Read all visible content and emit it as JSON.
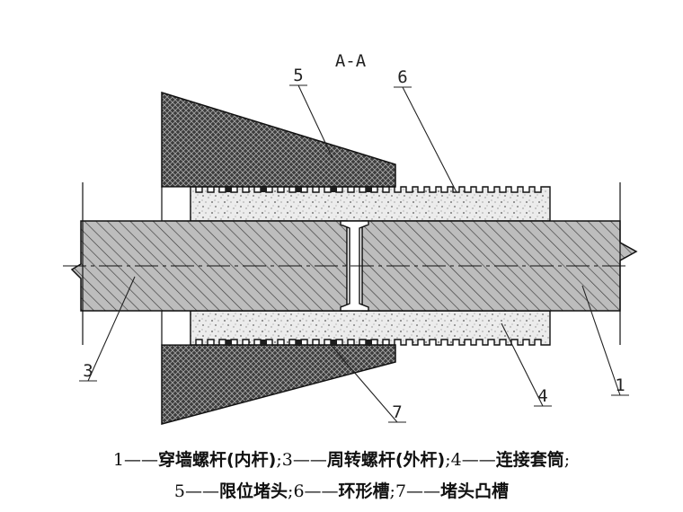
{
  "section_title": "A-A",
  "callouts": [
    "5",
    "6",
    "3",
    "7",
    "4",
    "1"
  ],
  "legend": {
    "line1": [
      {
        "num": "1",
        "dash": "——",
        "name": "穿墙螺杆(内杆)",
        "sep": ";"
      },
      {
        "num": "3",
        "dash": "——",
        "name": "周转螺杆(外杆)",
        "sep": ";"
      },
      {
        "num": "4",
        "dash": "——",
        "name": "连接套筒",
        "sep": ";"
      }
    ],
    "line2": [
      {
        "num": "5",
        "dash": "——",
        "name": "限位堵头",
        "sep": ";"
      },
      {
        "num": "6",
        "dash": "——",
        "name": "环形槽",
        "sep": ";"
      },
      {
        "num": "7",
        "dash": "——",
        "name": "堵头凸槽",
        "sep": ""
      }
    ]
  }
}
